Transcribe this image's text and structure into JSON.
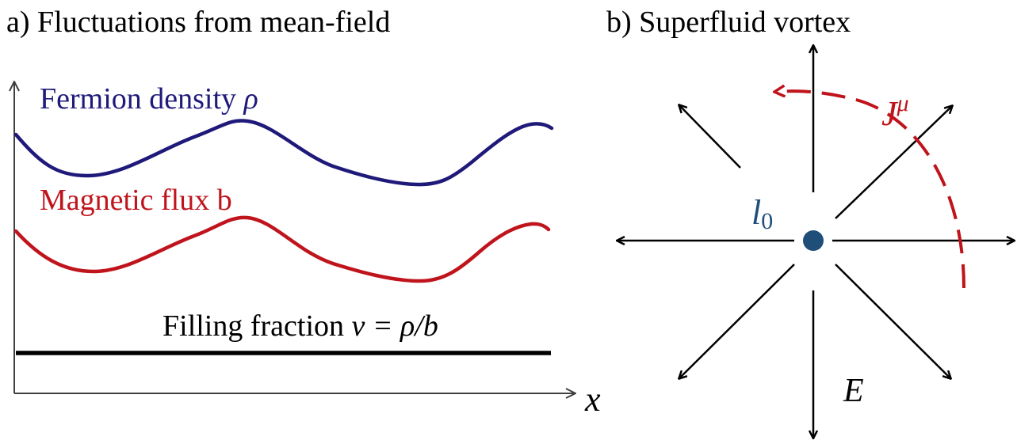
{
  "panel_a": {
    "title": "a) Fluctuations from mean-field",
    "density_label": "Fermion density ",
    "density_symbol": "ρ",
    "flux_label": "Magnetic flux b",
    "filling_label": "Filling fraction ",
    "filling_formula": "ν = ρ/b",
    "x_axis_label": "x⃗",
    "colors": {
      "density": "#1f1a7a",
      "flux": "#c0141c",
      "filling": "#000000",
      "axis": "#404040"
    }
  },
  "panel_b": {
    "title": "b) Superfluid vortex",
    "center_label": "l",
    "center_subscript": "0",
    "current_label": "J",
    "current_superscript": "μ",
    "field_label": "E",
    "colors": {
      "center": "#1f4e79",
      "current": "#c0141c",
      "arrows": "#000000"
    }
  }
}
